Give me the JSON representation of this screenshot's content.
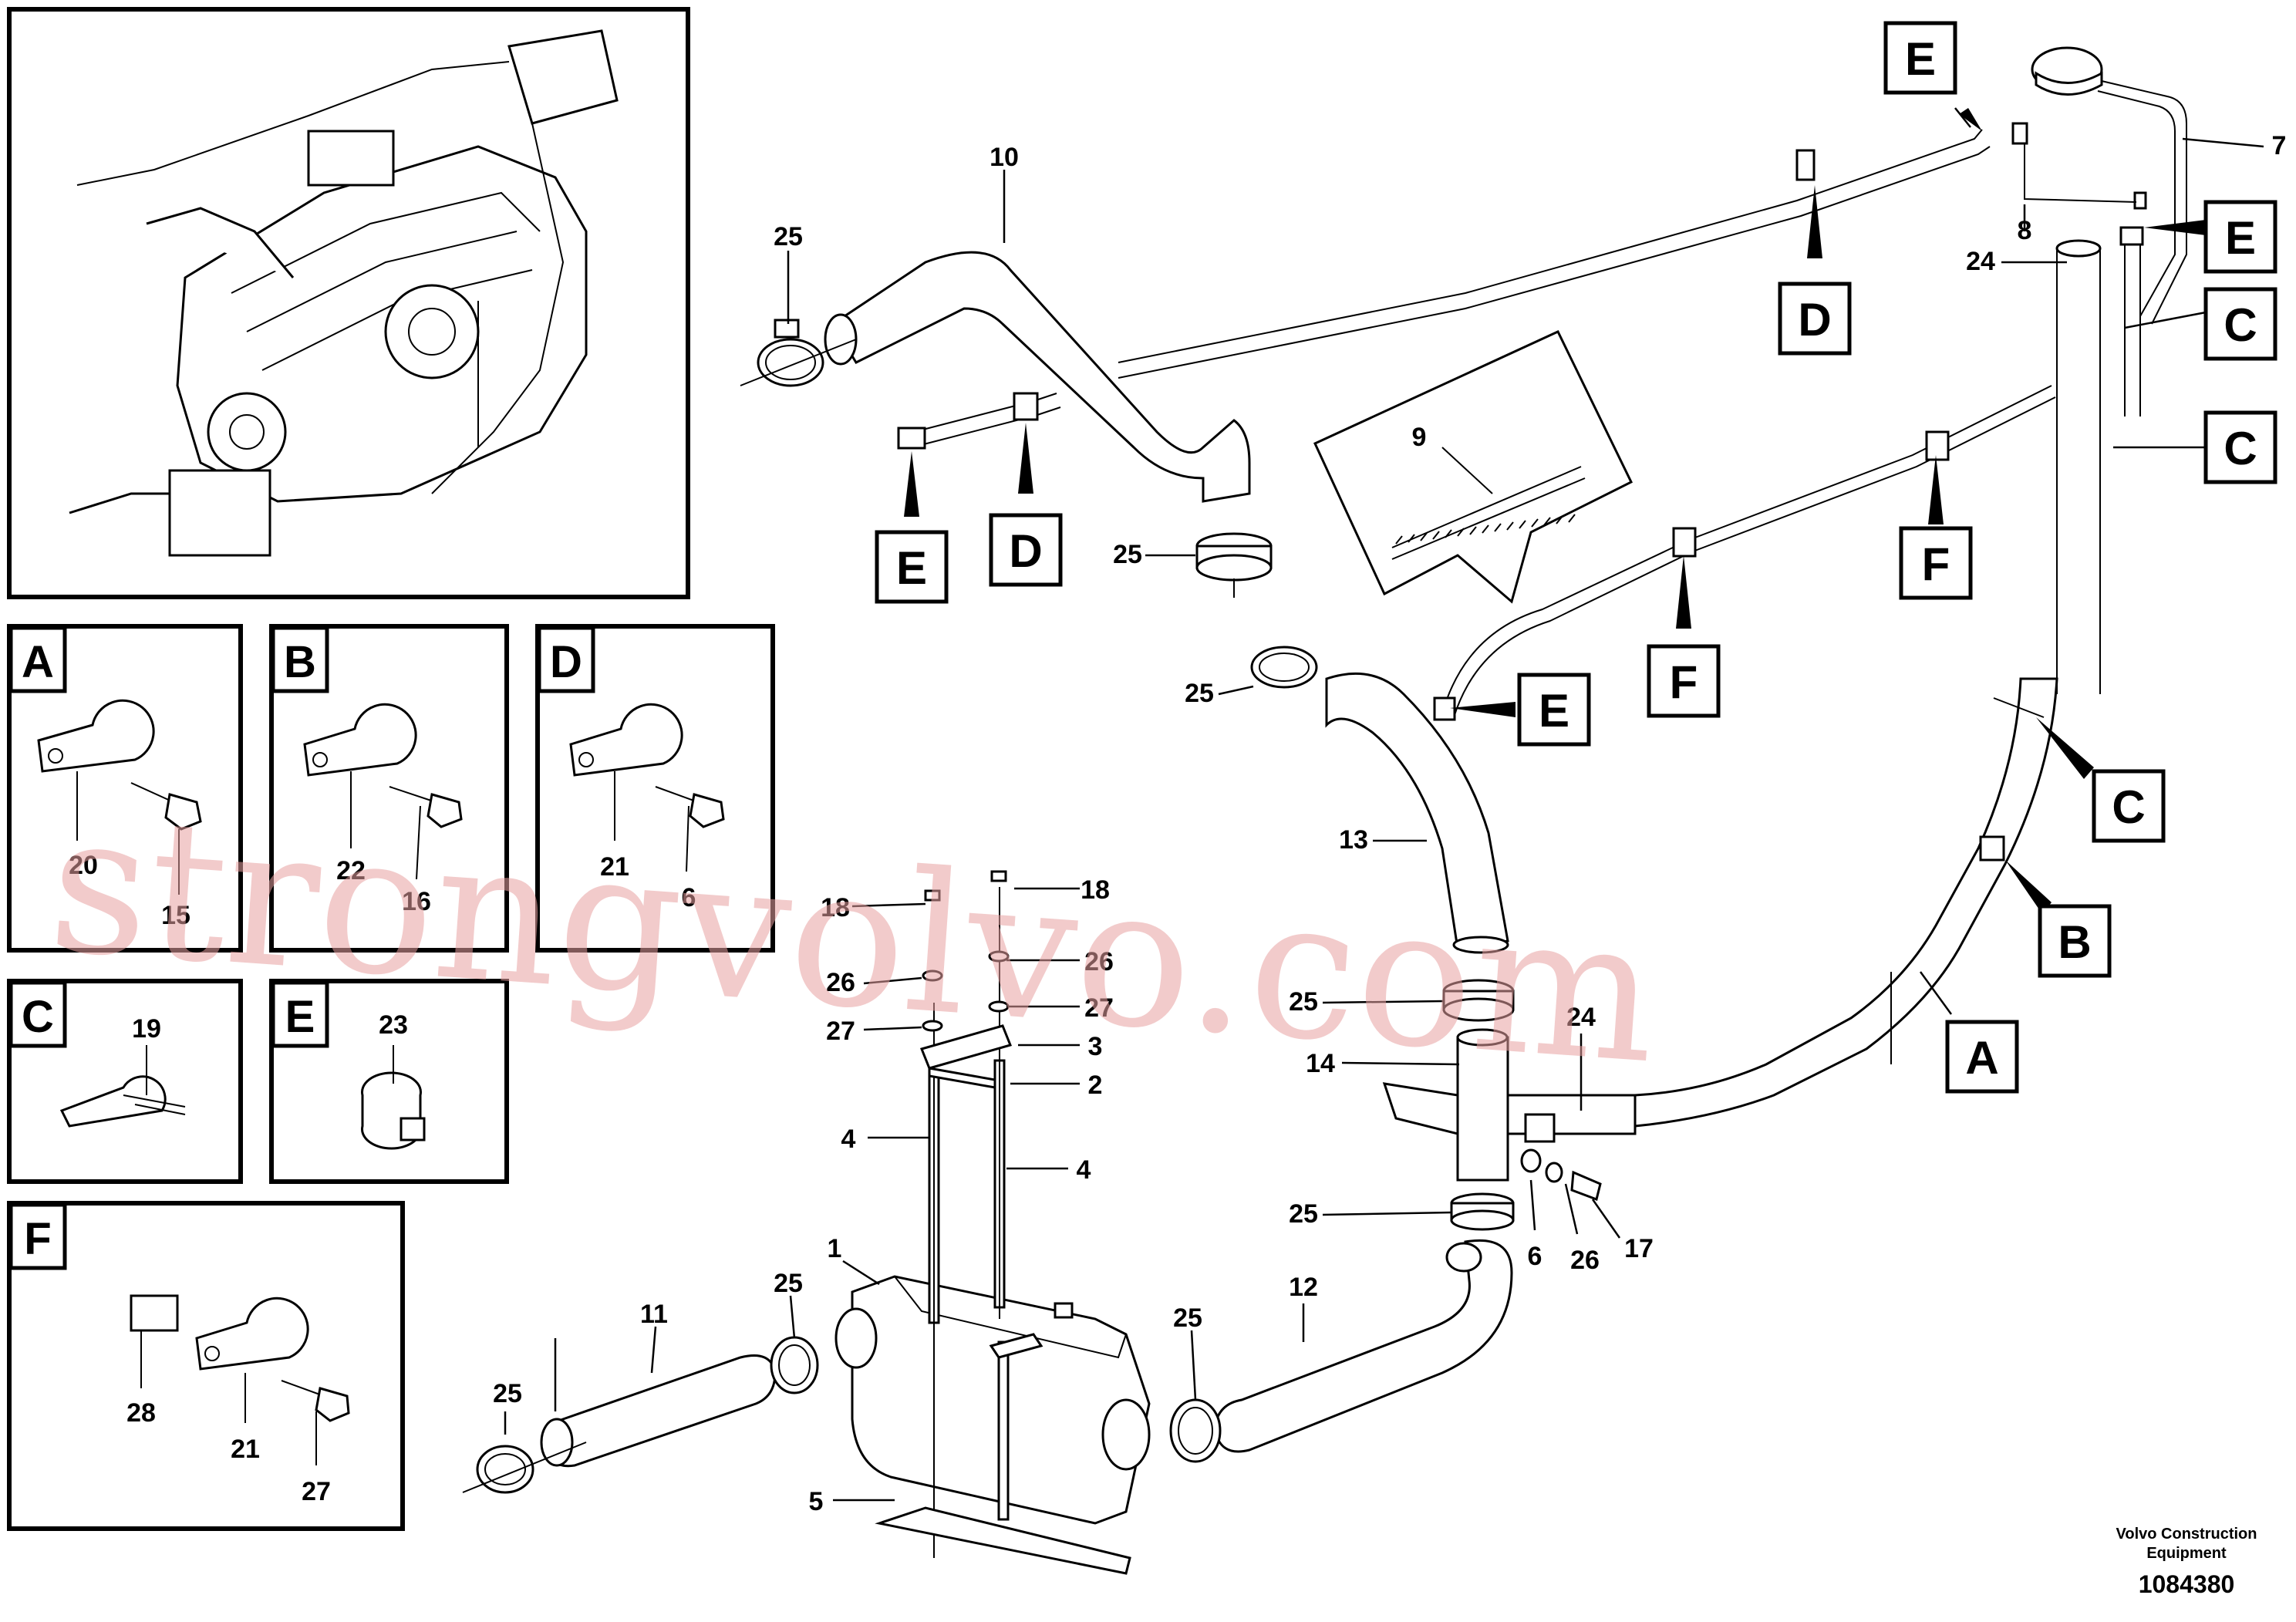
{
  "detail_boxes": {
    "A": {
      "letter": "A",
      "labels": [
        "20",
        "15"
      ]
    },
    "B": {
      "letter": "B",
      "labels": [
        "22",
        "16"
      ]
    },
    "D": {
      "letter": "D",
      "labels": [
        "21",
        "6"
      ]
    },
    "C": {
      "letter": "C",
      "labels": [
        "19"
      ]
    },
    "E": {
      "letter": "E",
      "labels": [
        "23"
      ]
    },
    "F": {
      "letter": "F",
      "labels": [
        "28",
        "21",
        "27"
      ]
    }
  },
  "callouts": {
    "c10": "10",
    "c25a": "25",
    "c25b": "25",
    "c25c": "25",
    "c25d": "25",
    "c25e": "25",
    "c25f": "25",
    "c25g": "25",
    "c25h": "25",
    "c7": "7",
    "c8": "8",
    "c24a": "24",
    "c24b": "24",
    "c9": "9",
    "c13": "13",
    "c18a": "18",
    "c18b": "18",
    "c26a": "26",
    "c26b": "26",
    "c26c": "26",
    "c27a": "27",
    "c27b": "27",
    "c3": "3",
    "c2": "2",
    "c4a": "4",
    "c4b": "4",
    "c14": "14",
    "c6": "6",
    "c17": "17",
    "c12": "12",
    "c11": "11",
    "c1": "1",
    "c5": "5"
  },
  "ref_boxes": {
    "e1": "E",
    "e2": "E",
    "e3": "E",
    "e4": "E",
    "d1": "D",
    "d2": "D",
    "c1": "C",
    "c2": "C",
    "c3": "C",
    "f1": "F",
    "f2": "F",
    "a1": "A",
    "b1": "B"
  },
  "footer": {
    "line1": "Volvo Construction",
    "line2": "Equipment",
    "number": "1084380"
  },
  "watermark": "strongvolvo.com"
}
